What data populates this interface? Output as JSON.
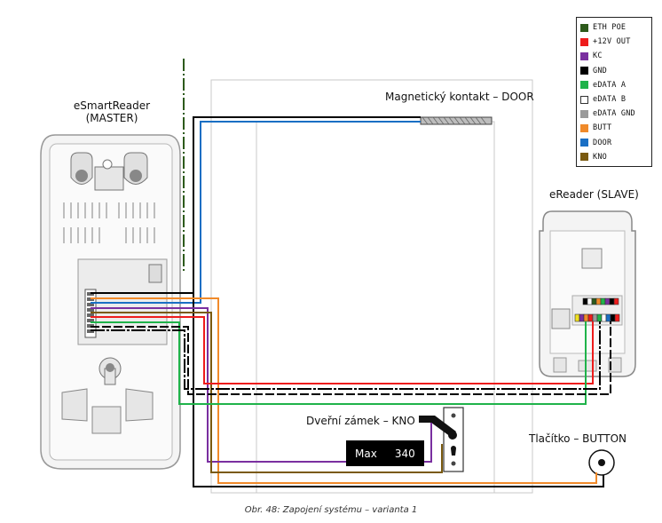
{
  "labels": {
    "master_name": "eSmartReader",
    "master_role": "(MASTER)",
    "slave": "eReader (SLAVE)",
    "magnet": "Magnetický kontakt – DOOR",
    "lock": "Dveřní zámek – KNO",
    "button": "Tlačítko – BUTTON",
    "max_label": "Max",
    "max_value": "340"
  },
  "legend": [
    {
      "label": "ETH POE",
      "color": "#2d5a1b"
    },
    {
      "label": "+12V OUT",
      "color": "#ee1c1c"
    },
    {
      "label": "KC",
      "color": "#7a2fa0"
    },
    {
      "label": "GND",
      "color": "#000000"
    },
    {
      "label": "eDATA A",
      "color": "#1fb34a"
    },
    {
      "label": "eDATA B",
      "color": "#ffffff"
    },
    {
      "label": "eDATA GND",
      "color": "#9a9a9a"
    },
    {
      "label": "BUTT",
      "color": "#f08a2a"
    },
    {
      "label": "DOOR",
      "color": "#1a6fc4"
    },
    {
      "label": "KNO",
      "color": "#7a5a10"
    }
  ],
  "caption": "Obr.  48: Zapojení systému – varianta 1"
}
